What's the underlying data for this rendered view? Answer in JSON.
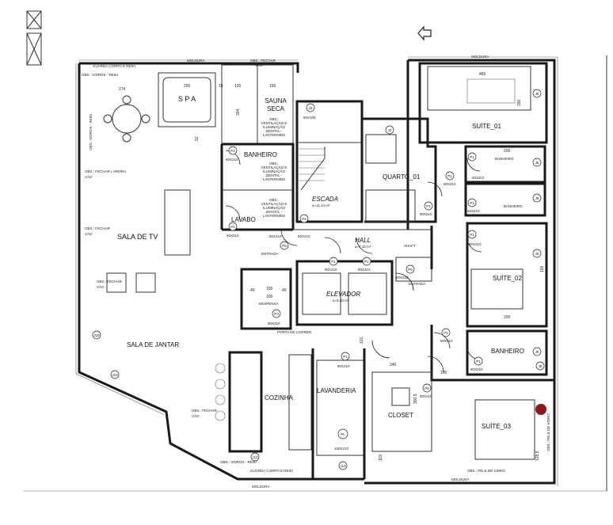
{
  "rooms": {
    "spa": "S P A",
    "sauna_seca": "SAUNA\nSECA",
    "banheiro_social": "BANHEIRO",
    "lavabo": "LAVABO",
    "sala_tv": "SALA DE TV",
    "sala_jantar": "SALA DE JANTAR",
    "escada": "ESCADA",
    "quarto_01": "QUARTO_01",
    "suite_01": "SUÍTE_01",
    "banheiro_s1": "BANHEIRO",
    "banheiro_q1": "BANHEIRO",
    "suite_02": "SUÍTE_02",
    "banheiro_s2": "BANHEIRO",
    "suite_03": "SUÍTE_03",
    "hall": "HALL",
    "elevador": "ELEVADOR",
    "despensa": "DESPENSA",
    "cozinha": "COZINHA",
    "lavanderia": "LAVANDERIA",
    "closet": "CLOSET"
  },
  "areas": {
    "escada": "a=11,14 m²",
    "hall": "a=7,12 m²",
    "elevador": "a=5,40 m²"
  },
  "notes": {
    "guarda_top": "GUARDA CORPO E REIKI",
    "moldura_top_left": "MOLDURA",
    "moldura_top_right": "MOLDURA",
    "obs_fechar_top": "OBS.: FECHAR",
    "vao_top": "VÃO",
    "obs_vidros_reiki_top": "OBS.: VIDROS - REIKI",
    "obs_vidros_reiki_side": "OBS.: VIDROS - REIKI",
    "obs_fechar_lareira": "OBS.: FECHAR    LAREIRA",
    "vao_lareira": "VÃO",
    "obs_fechar_tv": "OBS.: FECHAR",
    "vao_tv": "VÃO",
    "obs_fechar_tv2": "OBS.: FECHAR",
    "vao_tv2": "VÃO",
    "obs_vent1": "OBS.: VENTILAÇÃO E ILUMINAÇÃO ZENITAL - LANTERNINS",
    "obs_vent2": "OBS.: VENTILAÇÃO E ILUMINAÇÃO ZENITAL - LANTERNINS",
    "obs_vent3": "OBS.: VENTILAÇÃO E ILUMINAÇÃO ZENITAL - LANTERNINS",
    "entrada_left": "ENTRADA",
    "entrada_right": "ENTRADA",
    "shaft": "SHAFT",
    "porta_correr": "PORTA DE CORRER",
    "obs_fechar_cozinha": "OBS.: FECHAR",
    "vao_cozinha": "VÃO",
    "obs_vidros_bottom": "OBS.: VIDROS - REIKI",
    "guarda_bottom": "GUARDA CORPO E REIKI",
    "moldura_bottom_left": "MOLDURA",
    "moldura_bottom_right": "MOLDURA",
    "obs_pele_vidro_bottom": "OBS.: PELE DE VIDRO",
    "obs_pele_vidro_side": "OBS.: PELE DE VIDRO"
  },
  "dimensions": {
    "d274": "274",
    "d200": "200",
    "d15": "15",
    "d120": "120",
    "d150": "150",
    "d304": "304",
    "d52": "52",
    "d465": "465",
    "d200b": "200",
    "d200c": "200",
    "d290": "290",
    "d100": "100",
    "d100b": "100",
    "d40": "40",
    "d40b": "40",
    "d100c": "100",
    "d121": "121",
    "d240": "240",
    "d100d": "100",
    "d3005": "300,5",
    "d119": "119",
    "d1285": "128,5"
  },
  "doors": {
    "p1_banh": "P1",
    "sz_banh": "60X210",
    "p1_lavabo": "P1",
    "sz_lavabo": "60X210",
    "p2": "P2",
    "sz_p2": "80X210",
    "p5_left": "P5",
    "sz_p5_left": "80X210",
    "p1_hall_a": "P1",
    "sz_hall_a": "80X210",
    "p1_hall_b": "P1",
    "sz_hall_b": "80X210",
    "p5_right": "P5",
    "sz_p5_right": "80X210",
    "p1_q1": "P1",
    "sz_q1": "80X210",
    "p1_s1": "P1",
    "sz_s1": "60X210",
    "p1_b1": "P1",
    "sz_b1": "60X210",
    "p1_bq": "P1",
    "sz_bq": "60X210",
    "p1_s2": "P1",
    "sz_s2": "80X210",
    "p1_b2": "P1",
    "sz_b2": "60X210",
    "p1_lav": "P1",
    "sz_lav": "80X210",
    "p1_s3": "P1",
    "sz_s3": "80X210",
    "p6": "P6",
    "sz_p6": "80X210",
    "p3_desp": "P3",
    "sz_desp": "80X210",
    "j2": "J2",
    "j4": "J4",
    "j5a": "J5",
    "j5b": "J5",
    "j5c": "J5",
    "j5d": "J5",
    "j6": "J6",
    "j8": "J8",
    "j10a": "J10",
    "j10b": "J10",
    "j12": "J12",
    "j13": "J13",
    "sz_j2": "80X100",
    "sz_j13": "150X210"
  },
  "labels": {
    "pl": "PL"
  },
  "colors": {
    "ink": "#1a1a1a",
    "paper": "#ffffff",
    "dot": "#8b1a1a"
  }
}
